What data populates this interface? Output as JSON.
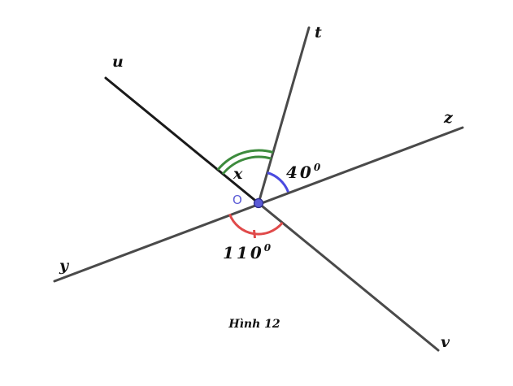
{
  "figure": {
    "caption": "Hình 12",
    "point": {
      "label": "O",
      "color": "#5b5bd6"
    },
    "rays": {
      "u": "u",
      "t": "t",
      "z": "z",
      "y": "y",
      "v": "v"
    },
    "angles": {
      "x": {
        "label": "x",
        "color": "#3d8b3d"
      },
      "tOz": {
        "value": "40",
        "degree": "0",
        "color": "#4a4ae0"
      },
      "yOv": {
        "value": "110",
        "degree": "0",
        "color": "#e04a4a"
      }
    },
    "line_color": "#4a4a4a",
    "line_color_dark": "#1a1a1a"
  }
}
